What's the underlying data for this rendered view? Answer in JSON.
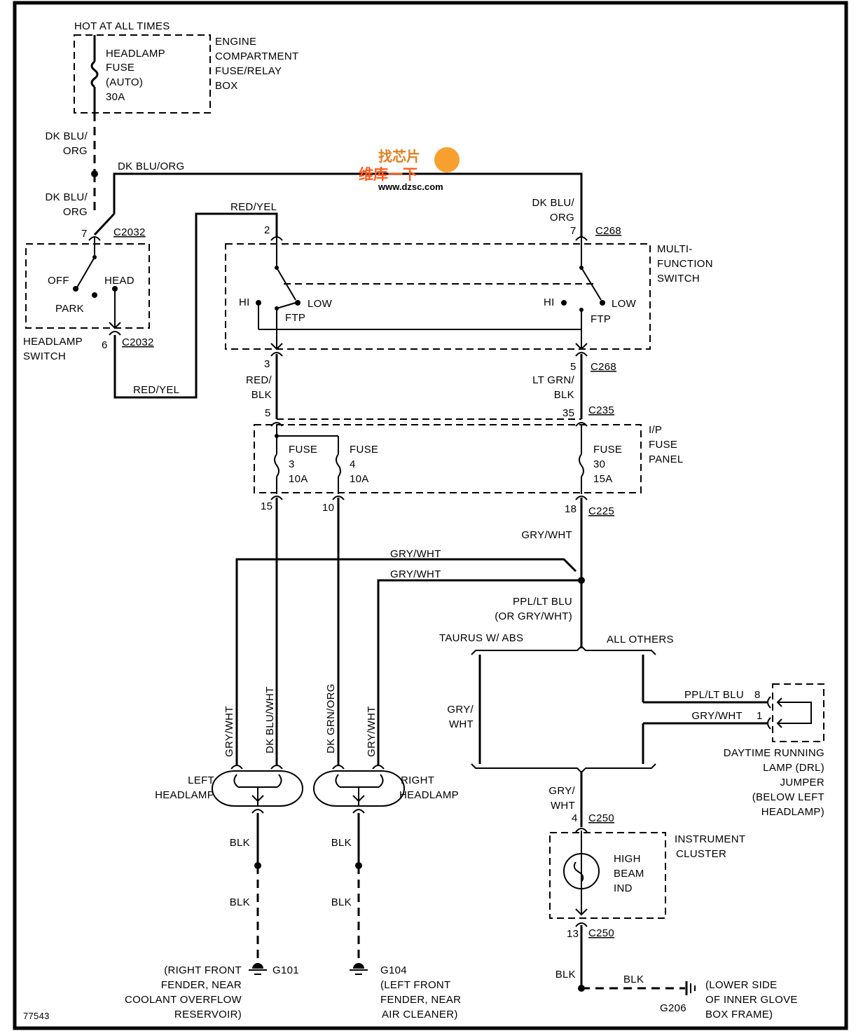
{
  "figure_id": "77543",
  "watermark": {
    "line1": "找芯片",
    "line2": "维库一下",
    "url": "www.dzsc.com"
  },
  "power": {
    "hot": "HOT AT ALL TIMES",
    "fuse_l1": "HEADLAMP",
    "fuse_l2": "FUSE",
    "fuse_l3": "(AUTO)",
    "fuse_l4": "30A",
    "box_l1": "ENGINE",
    "box_l2": "COMPARTMENT",
    "box_l3": "FUSE/RELAY",
    "box_l4": "BOX"
  },
  "wires": {
    "dkbluorg_a1": "DK BLU/",
    "dkbluorg_a2": "ORG",
    "dkbluorg_b1": "DK BLU/",
    "dkbluorg_b2": "ORG",
    "dkbluorg_top": "DK BLU/ORG",
    "dkbluorg_c1": "DK BLU/",
    "dkbluorg_c2": "ORG",
    "redyel_top": "RED/YEL",
    "redyel_bot": "RED/YEL",
    "redblk1": "RED/",
    "redblk2": "BLK",
    "ltgrnblk1": "LT GRN/",
    "ltgrnblk2": "BLK",
    "grywht_a": "GRY/WHT",
    "grywht_b": "GRY/WHT",
    "grywht_c": "GRY/WHT",
    "pplltblu1": "PPL/LT BLU",
    "pplltblu2": "(OR GRY/WHT)",
    "taurus": "TAURUS W/ ABS",
    "all_others": "ALL OTHERS",
    "grywht_d1": "GRY/",
    "grywht_d2": "WHT",
    "drl_ppl": "PPL/LT BLU",
    "drl_gry": "GRY/WHT",
    "v_grywht1": "GRY/WHT",
    "v_dkbluwht": "DK BLU/WHT",
    "v_dkgrnorg": "DK GRN/ORG",
    "v_grywht2": "GRY/WHT",
    "grywht_e1": "GRY/",
    "grywht_e2": "WHT",
    "blk1": "BLK",
    "blk2": "BLK",
    "blk3": "BLK",
    "blk4": "BLK",
    "blk5": "BLK",
    "blk6": "BLK"
  },
  "connectors": {
    "c2032_pin7": "7",
    "c2032_a": "C2032",
    "c2032_pin6": "6",
    "c2032_b": "C2032",
    "mfs_pin2": "2",
    "c268_pin7": "7",
    "c268_a": "C268",
    "mfs_pin3": "3",
    "c268_pin5": "5",
    "c268_b": "C268",
    "ip_pin5": "5",
    "c235_pin35": "35",
    "c235": "C235",
    "ip_pin15": "15",
    "ip_pin10": "10",
    "c225_pin18": "18",
    "c225": "C225",
    "drl_pin8": "8",
    "drl_pin1": "1",
    "c250_pin4": "4",
    "c250_a": "C250",
    "c250_pin13": "13",
    "c250_b": "C250"
  },
  "headlamp_switch": {
    "off": "OFF",
    "head": "HEAD",
    "park": "PARK",
    "label1": "HEADLAMP",
    "label2": "SWITCH"
  },
  "multi_function_switch": {
    "hi_l": "HI",
    "low_l": "LOW",
    "ftp_l": "FTP",
    "hi_r": "HI",
    "low_r": "LOW",
    "ftp_r": "FTP",
    "label1": "MULTI-",
    "label2": "FUNCTION",
    "label3": "SWITCH"
  },
  "ip_fuse_panel": {
    "f3_1": "FUSE",
    "f3_2": "3",
    "f3_3": "10A",
    "f4_1": "FUSE",
    "f4_2": "4",
    "f4_3": "10A",
    "f30_1": "FUSE",
    "f30_2": "30",
    "f30_3": "15A",
    "label1": "I/P",
    "label2": "FUSE",
    "label3": "PANEL"
  },
  "headlamps": {
    "left1": "LEFT",
    "left2": "HEADLAMP",
    "right1": "RIGHT",
    "right2": "HEADLAMP"
  },
  "drl": {
    "l1": "DAYTIME RUNNING",
    "l2": "LAMP (DRL)",
    "l3": "JUMPER",
    "l4": "(BELOW LEFT",
    "l5": "HEADLAMP)"
  },
  "cluster": {
    "l1": "INSTRUMENT",
    "l2": "CLUSTER",
    "ind1": "HIGH",
    "ind2": "BEAM",
    "ind3": "IND"
  },
  "grounds": {
    "g101": "G101",
    "g101_l1": "(RIGHT FRONT",
    "g101_l2": "FENDER, NEAR",
    "g101_l3": "COOLANT OVERFLOW",
    "g101_l4": "RESERVOIR)",
    "g104": "G104",
    "g104_l1": "(LEFT FRONT",
    "g104_l2": "FENDER, NEAR",
    "g104_l3": "AIR CLEANER)",
    "g206": "G206",
    "g206_l1": "(LOWER SIDE",
    "g206_l2": "OF INNER GLOVE",
    "g206_l3": "BOX FRAME)"
  }
}
